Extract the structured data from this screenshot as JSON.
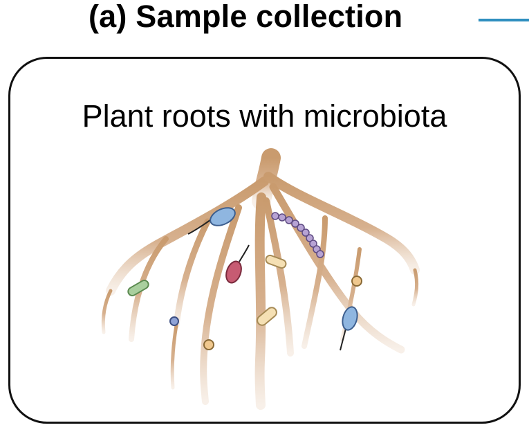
{
  "header": {
    "title": "(a) Sample collection",
    "accent_color": "#2f8fbf"
  },
  "panel": {
    "label": "Plant roots with microbiota"
  },
  "illustration": {
    "root_color": "#cfa57e",
    "microbes": [
      {
        "name": "flagellated-blue-microbe-top",
        "type": "flagellate",
        "color": "#8fb6e0"
      },
      {
        "name": "coccus-chain-purple",
        "type": "chain",
        "color": "#b7a3d4"
      },
      {
        "name": "flagellated-red-microbe",
        "type": "flagellate",
        "color": "#c75b72"
      },
      {
        "name": "rod-yellow-upper",
        "type": "rod",
        "color": "#f5e0b4"
      },
      {
        "name": "rod-green",
        "type": "rod",
        "color": "#a9cf9e"
      },
      {
        "name": "coccus-orange-right",
        "type": "coccus",
        "color": "#f0c88e"
      },
      {
        "name": "coccus-blue-small",
        "type": "coccus",
        "color": "#8fa3d6"
      },
      {
        "name": "rod-yellow-lower",
        "type": "rod",
        "color": "#f5e0b4"
      },
      {
        "name": "coccus-orange-bottom",
        "type": "coccus",
        "color": "#f0c88e"
      },
      {
        "name": "flagellated-blue-microbe-right",
        "type": "flagellate",
        "color": "#8fb6e0"
      }
    ]
  }
}
